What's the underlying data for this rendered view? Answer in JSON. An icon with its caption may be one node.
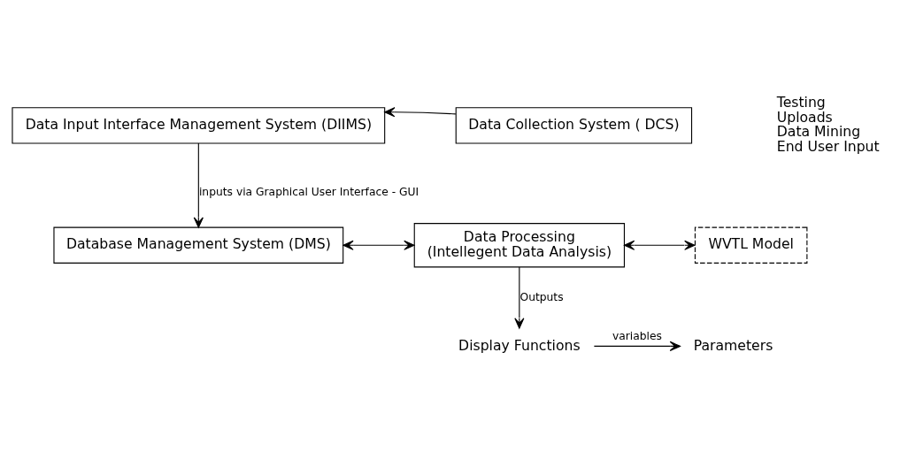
{
  "diagram": {
    "nodes": [
      {
        "text": [
          "Data Input Interface Management System (DIIMS)"
        ]
      },
      {
        "text": [
          "Data Collection System ( DCS)"
        ]
      },
      {
        "text": [
          "Database Management System (DMS)"
        ]
      },
      {
        "text": [
          "Data Processing",
          "(Intellegent Data Analysis)"
        ]
      },
      {
        "text": [
          "WVTL Model"
        ]
      },
      {
        "text": [
          "Display Functions"
        ]
      },
      {
        "text": [
          "Parameters"
        ]
      }
    ],
    "edges": [
      {
        "from": 1,
        "to": 0,
        "arrow": "to"
      },
      {
        "from": 0,
        "to": 2,
        "arrow": "to",
        "label": "inputs via Graphical User Interface - GUI"
      },
      {
        "from": 2,
        "to": 3,
        "arrow": "both"
      },
      {
        "from": 3,
        "to": 4,
        "arrow": "both"
      },
      {
        "from": 3,
        "to": 5,
        "arrow": "to",
        "label": "Outputs"
      },
      {
        "from": 5,
        "to": 6,
        "arrow": "to",
        "label": "variables"
      }
    ],
    "labels": [
      "Testing",
      "Uploads",
      "Data Mining",
      "End User Input"
    ]
  }
}
